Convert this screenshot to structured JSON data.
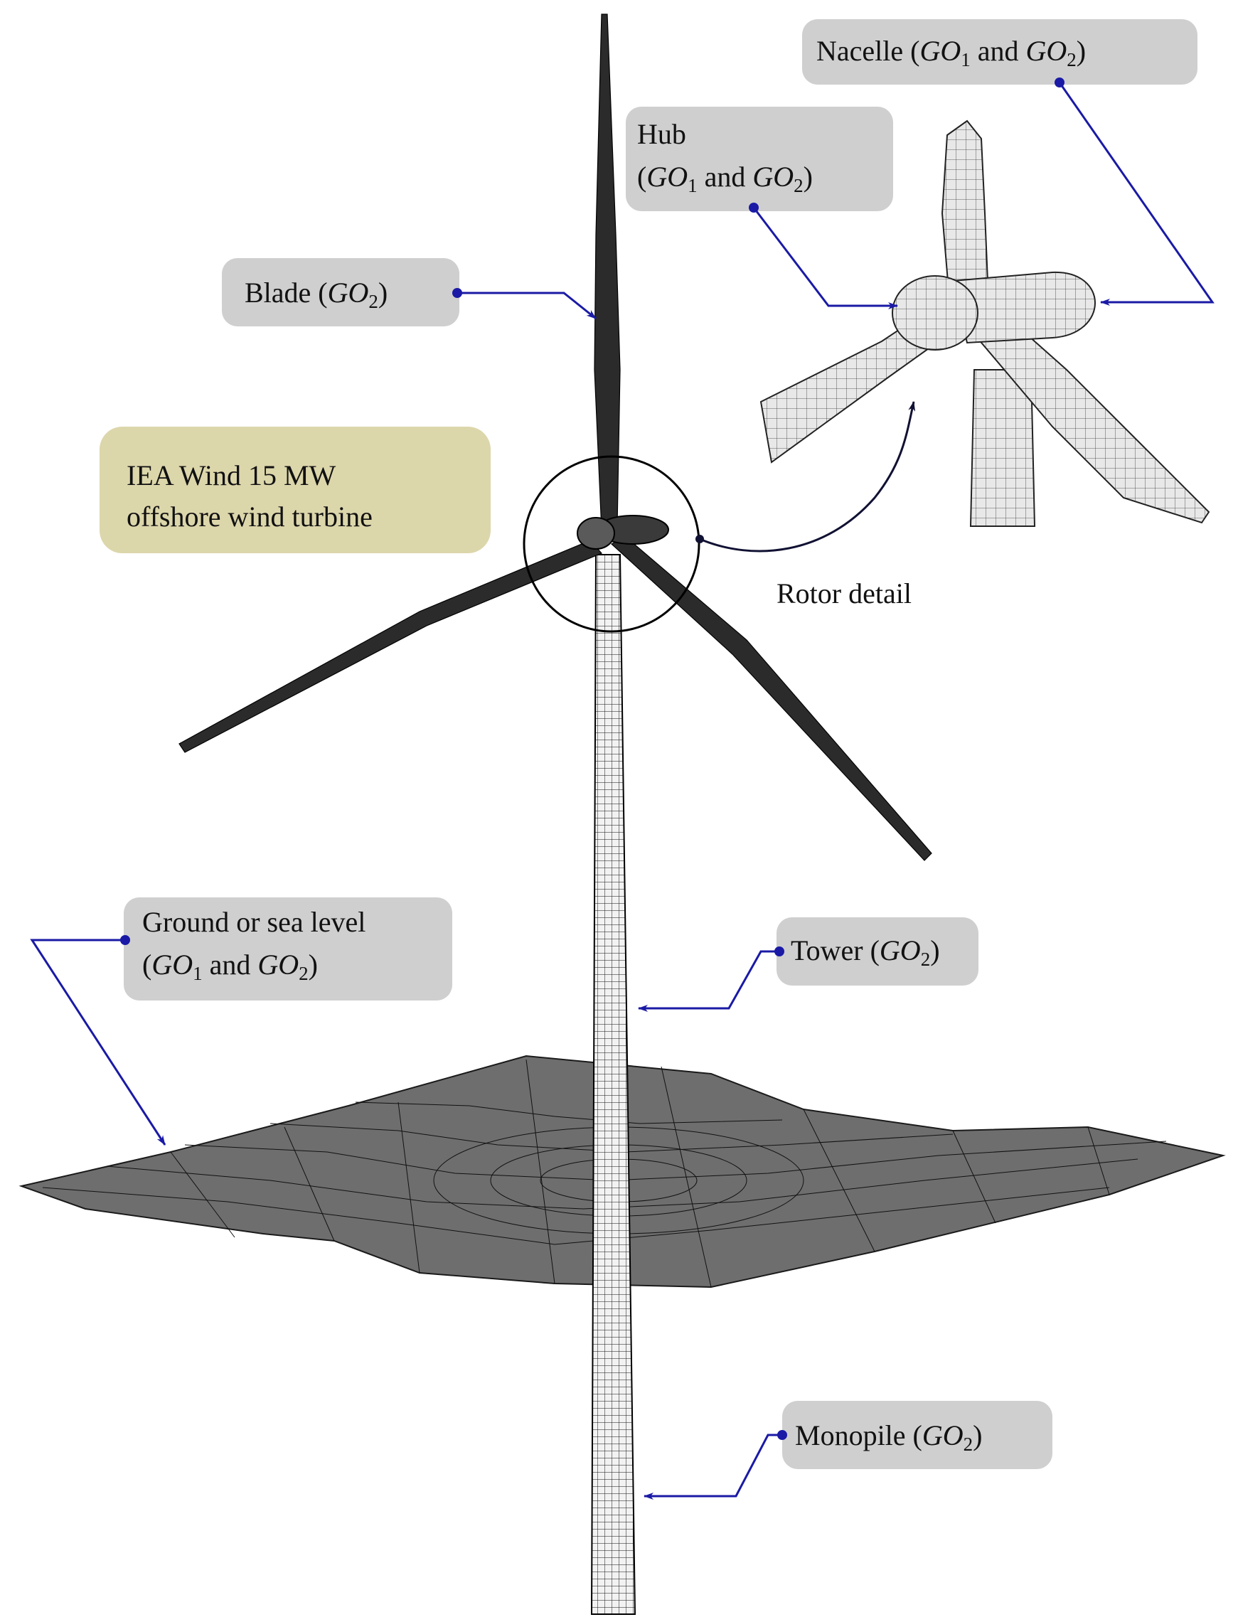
{
  "labels": {
    "nacelle": {
      "prefix": "Nacelle (",
      "go1": "GO",
      "sub1": "1",
      "mid": " and ",
      "go2": "GO",
      "sub2": "2",
      "suffix": ")"
    },
    "hub": {
      "line1": "Hub",
      "prefix": "(",
      "go1": "GO",
      "sub1": "1",
      "mid": " and ",
      "go2": "GO",
      "sub2": "2",
      "suffix": ")"
    },
    "blade": {
      "prefix": "Blade (",
      "go": "GO",
      "sub": "2",
      "suffix": ")"
    },
    "title": {
      "line1": "IEA Wind 15 MW",
      "line2": "offshore wind turbine"
    },
    "rotor_detail": "Rotor detail",
    "ground": {
      "line1": "Ground or sea level",
      "prefix": "(",
      "go1": "GO",
      "sub1": "1",
      "mid": " and ",
      "go2": "GO",
      "sub2": "2",
      "suffix": ")"
    },
    "tower": {
      "prefix": "Tower (",
      "go": "GO",
      "sub": "2",
      "suffix": ")"
    },
    "monopile": {
      "prefix": "Monopile (",
      "go": "GO",
      "sub": "2",
      "suffix": ")"
    }
  },
  "colors": {
    "callout_gray": "#cfcfcf",
    "callout_title": "#dcd6ab",
    "leader_blue": "#1a1aa6",
    "mesh_dark": "#2b2b2b",
    "ground_gray": "#6e6e6e"
  }
}
